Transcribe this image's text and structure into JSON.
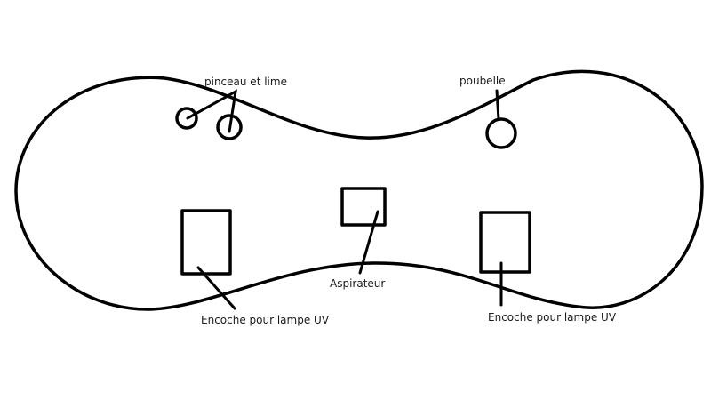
{
  "diagram": {
    "type": "floor-plan-sketch",
    "colors": {
      "stroke": "#000000",
      "background": "#ffffff",
      "text": "#1a1a1a"
    },
    "labels": {
      "brush_file": "pinceau et lime",
      "trash": "poubelle",
      "vacuum": "Aspirateur",
      "uv_notch_left": "Encoche pour lampe UV",
      "uv_notch_right": "Encoche pour lampe UV"
    },
    "elements": [
      {
        "id": "outline",
        "kind": "peanut-outline"
      },
      {
        "id": "brush",
        "kind": "circle",
        "label": "brush_file"
      },
      {
        "id": "file",
        "kind": "circle",
        "label": "brush_file"
      },
      {
        "id": "trash",
        "kind": "circle",
        "label": "trash"
      },
      {
        "id": "vacuum",
        "kind": "rectangle",
        "label": "vacuum"
      },
      {
        "id": "uv-left",
        "kind": "rectangle",
        "label": "uv_notch_left"
      },
      {
        "id": "uv-right",
        "kind": "rectangle",
        "label": "uv_notch_right"
      }
    ]
  }
}
